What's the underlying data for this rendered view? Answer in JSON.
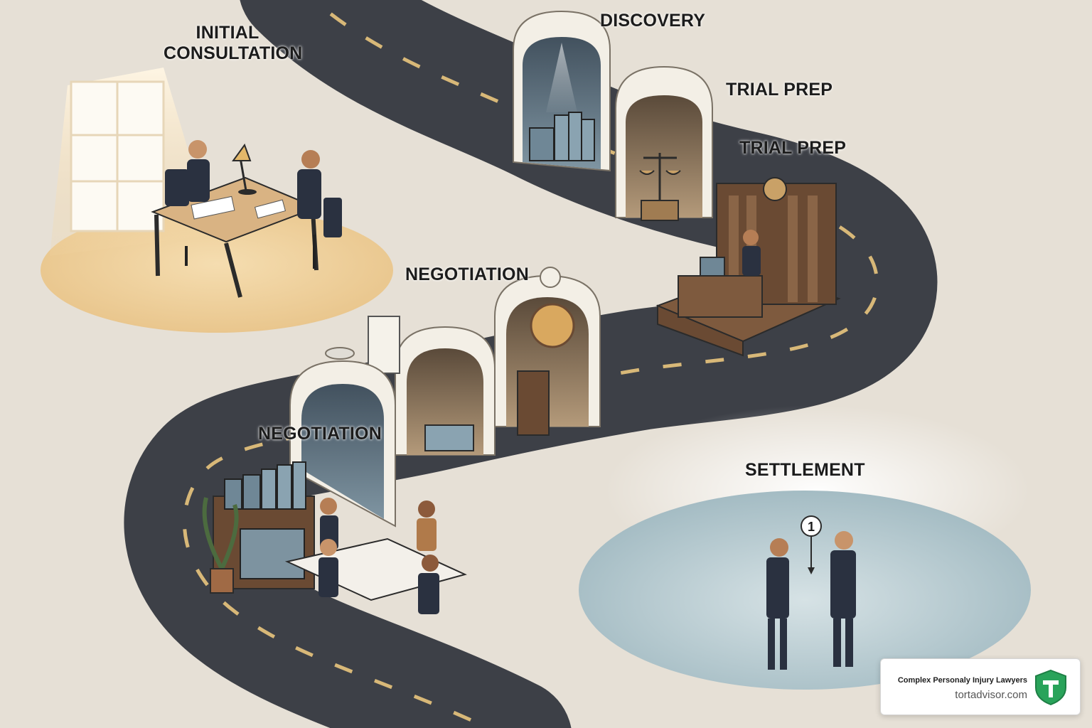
{
  "stages": {
    "initial_consultation": "INITIAL\nCONSULTATION",
    "discovery": "DISCOVERY",
    "trial_prep_1": "TRIAL PREP",
    "trial_prep_2": "TRIAL PREP",
    "negotiation_1": "NEGOTIATION",
    "negotiation_2": "NEGOTIATION",
    "settlement": "SETTLEMENT"
  },
  "settlement_marker": "1",
  "brand": {
    "tagline": "Complex Personaly Injury Lawyers",
    "domain": "tortadvisor.com",
    "logo_icon": "shield-t-icon"
  },
  "colors": {
    "background": "#e6e0d6",
    "road": "#3d4047",
    "road_dash": "#d8b878",
    "suit": "#2a3140",
    "wood": "#6a4a33",
    "lamp_glow": "#f1d3a0",
    "water": "#b9ccd2",
    "brand_green": "#29a35a"
  }
}
